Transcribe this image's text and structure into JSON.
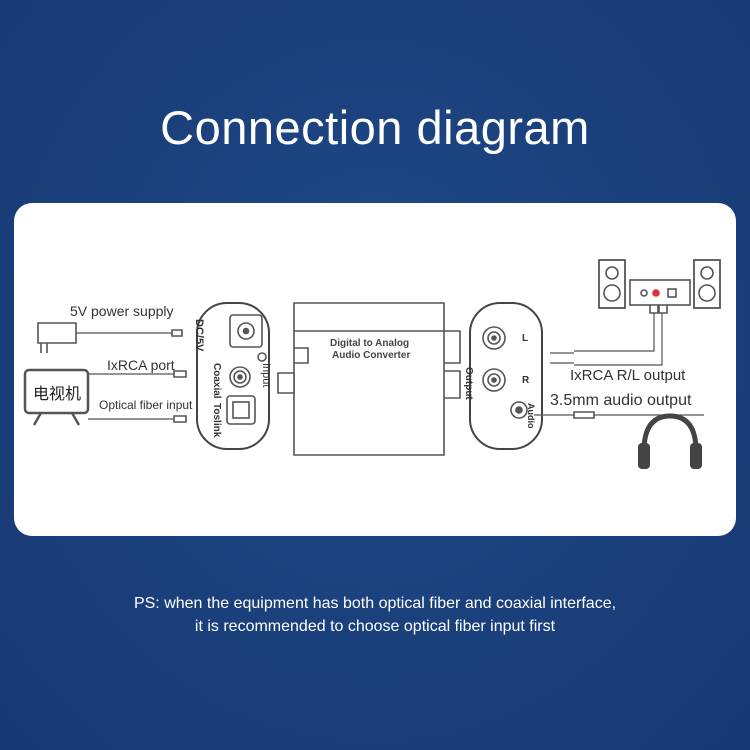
{
  "title": "Connection diagram",
  "labels": {
    "power": "5V power supply",
    "rca_port": "IxRCA port",
    "optical": "Optical fiber input",
    "tv": "电视机",
    "dc": "DC/5V",
    "input": "Input",
    "coaxial": "Coaxial",
    "toslink": "Toslink",
    "device_line1": "Digital to Analog",
    "device_line2": "Audio Converter",
    "output": "Output",
    "left": "L",
    "right": "R",
    "audio": "Audio",
    "rca_out": "IxRCA R/L output",
    "mm_out": "3.5mm audio output"
  },
  "note": {
    "line1": "PS: when the equipment has both optical fiber and coaxial interface,",
    "line2": "it is recommended to choose optical fiber input first"
  }
}
